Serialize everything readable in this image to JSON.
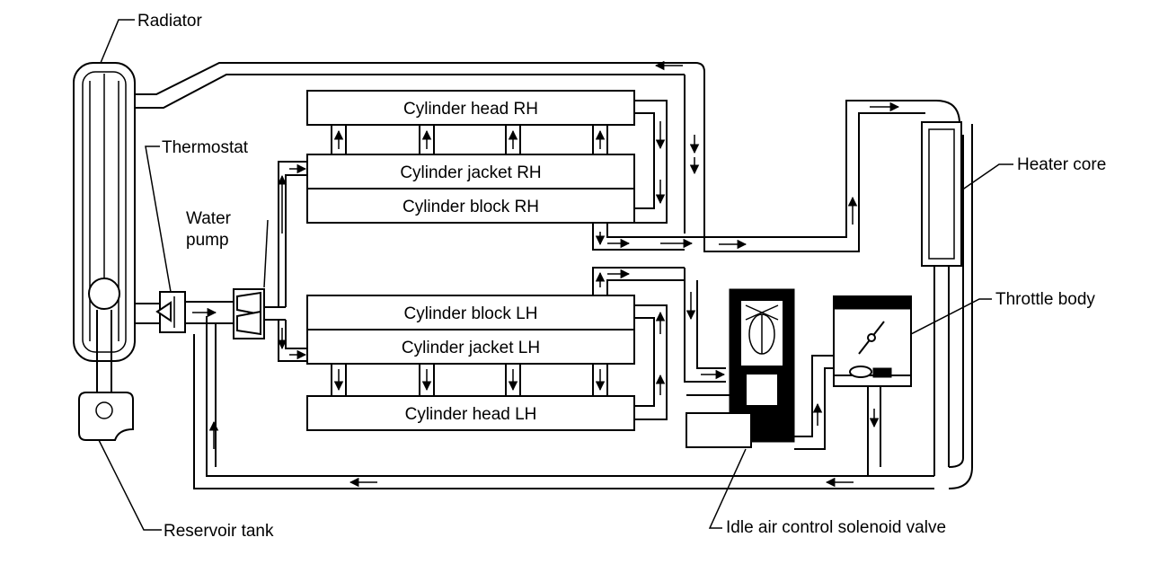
{
  "labels": {
    "radiator": "Radiator",
    "thermostat": "Thermostat",
    "water_pump_line1": "Water",
    "water_pump_line2": "pump",
    "heater_core": "Heater core",
    "throttle_body": "Throttle body",
    "reservoir_tank": "Reservoir tank",
    "idle_valve": "Idle air control solenoid valve"
  },
  "blocks": {
    "head_rh": "Cylinder head RH",
    "jacket_rh": "Cylinder jacket RH",
    "block_rh": "Cylinder block RH",
    "block_lh": "Cylinder block LH",
    "jacket_lh": "Cylinder jacket LH",
    "head_lh": "Cylinder head LH"
  },
  "colors": {
    "ink": "#000000",
    "paper": "#ffffff"
  }
}
